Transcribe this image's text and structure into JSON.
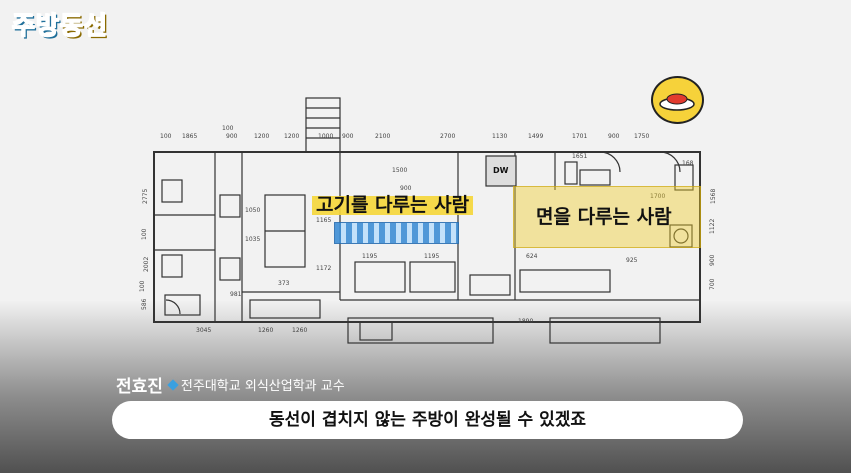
{
  "logo": {
    "part1": "주방",
    "part2": "동선"
  },
  "plan": {
    "dims_top": [
      "100",
      "1865",
      "900",
      "100",
      "1200",
      "1200",
      "1000",
      "900",
      "2100",
      "2700",
      "1130",
      "1499",
      "1701",
      "900",
      "1750"
    ],
    "dims_bottom": [
      "3045",
      "1260",
      "1260"
    ],
    "dims_left": [
      "2775",
      "100",
      "2002",
      "100",
      "586"
    ],
    "dims_right": [
      "1568",
      "1122",
      "900",
      "700"
    ],
    "dims_interior": [
      "1050",
      "1035",
      "1172",
      "1165",
      "1195",
      "1195",
      "900",
      "1500",
      "1651",
      "1700",
      "373",
      "981",
      "1890",
      "624",
      "925",
      "168"
    ],
    "dw_label": "DW",
    "labels": {
      "meat_person": "고기를 다루는 사람",
      "noodle_person": "면을 다루는 사람"
    }
  },
  "speaker": {
    "name": "전효진",
    "title": "전주대학교 외식산업학과 교수"
  },
  "caption": "동선이 겹치지 않는 주방이 완성될 수 있겠죠",
  "colors": {
    "logo_blue": "#46b6e8",
    "logo_yellow": "#f4c51f",
    "highlight_yellow": "#f0cd28",
    "highlight_blue": "#3f8fd6"
  }
}
